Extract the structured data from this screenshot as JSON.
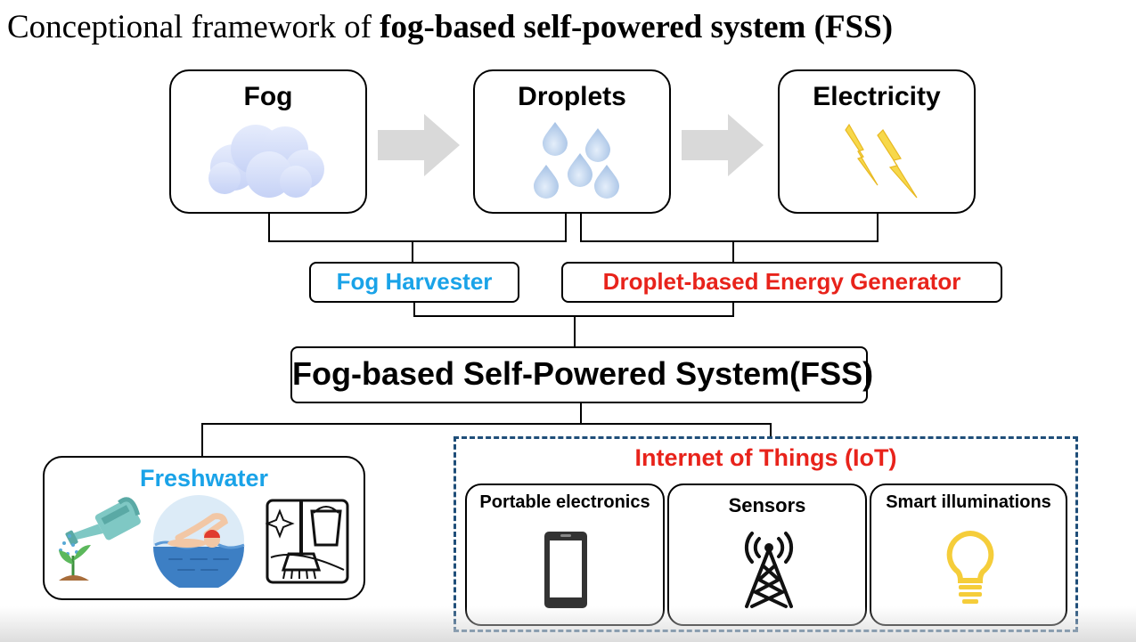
{
  "title": {
    "prefix": "Conceptional framework of ",
    "bold": "fog-based self-powered system (FSS)"
  },
  "stages": {
    "fog": {
      "label": "Fog",
      "icon": "cloud-icon"
    },
    "droplets": {
      "label": "Droplets",
      "icon": "water-droplets-icon"
    },
    "electricity": {
      "label": "Electricity",
      "icon": "lightning-bolts-icon"
    }
  },
  "components": {
    "fog_harvester": {
      "label": "Fog Harvester",
      "color": "#1aa3e8"
    },
    "energy_generator": {
      "label": "Droplet-based Energy Generator",
      "color": "#e8231b"
    }
  },
  "system": {
    "label": "Fog-based Self-Powered System(FSS)"
  },
  "freshwater": {
    "label": "Freshwater",
    "color": "#1aa3e8",
    "icons": [
      "watering-can-plant-icon",
      "swimmer-icon",
      "cleaning-mop-bucket-icon"
    ]
  },
  "iot": {
    "label": "Internet of Things (IoT)",
    "color": "#e8231b",
    "border_color": "#1f4e79",
    "items": [
      {
        "label": "Portable electronics",
        "icon": "smartphone-icon"
      },
      {
        "label": "Sensors",
        "icon": "radio-tower-icon"
      },
      {
        "label": "Smart illuminations",
        "icon": "light-bulb-icon"
      }
    ]
  },
  "colors": {
    "arrow": "#d9d9d9",
    "droplet": "#bcd3ee",
    "bolt": "#f5d442",
    "cloud": "#d5defa",
    "bulb": "#f7cf40"
  }
}
